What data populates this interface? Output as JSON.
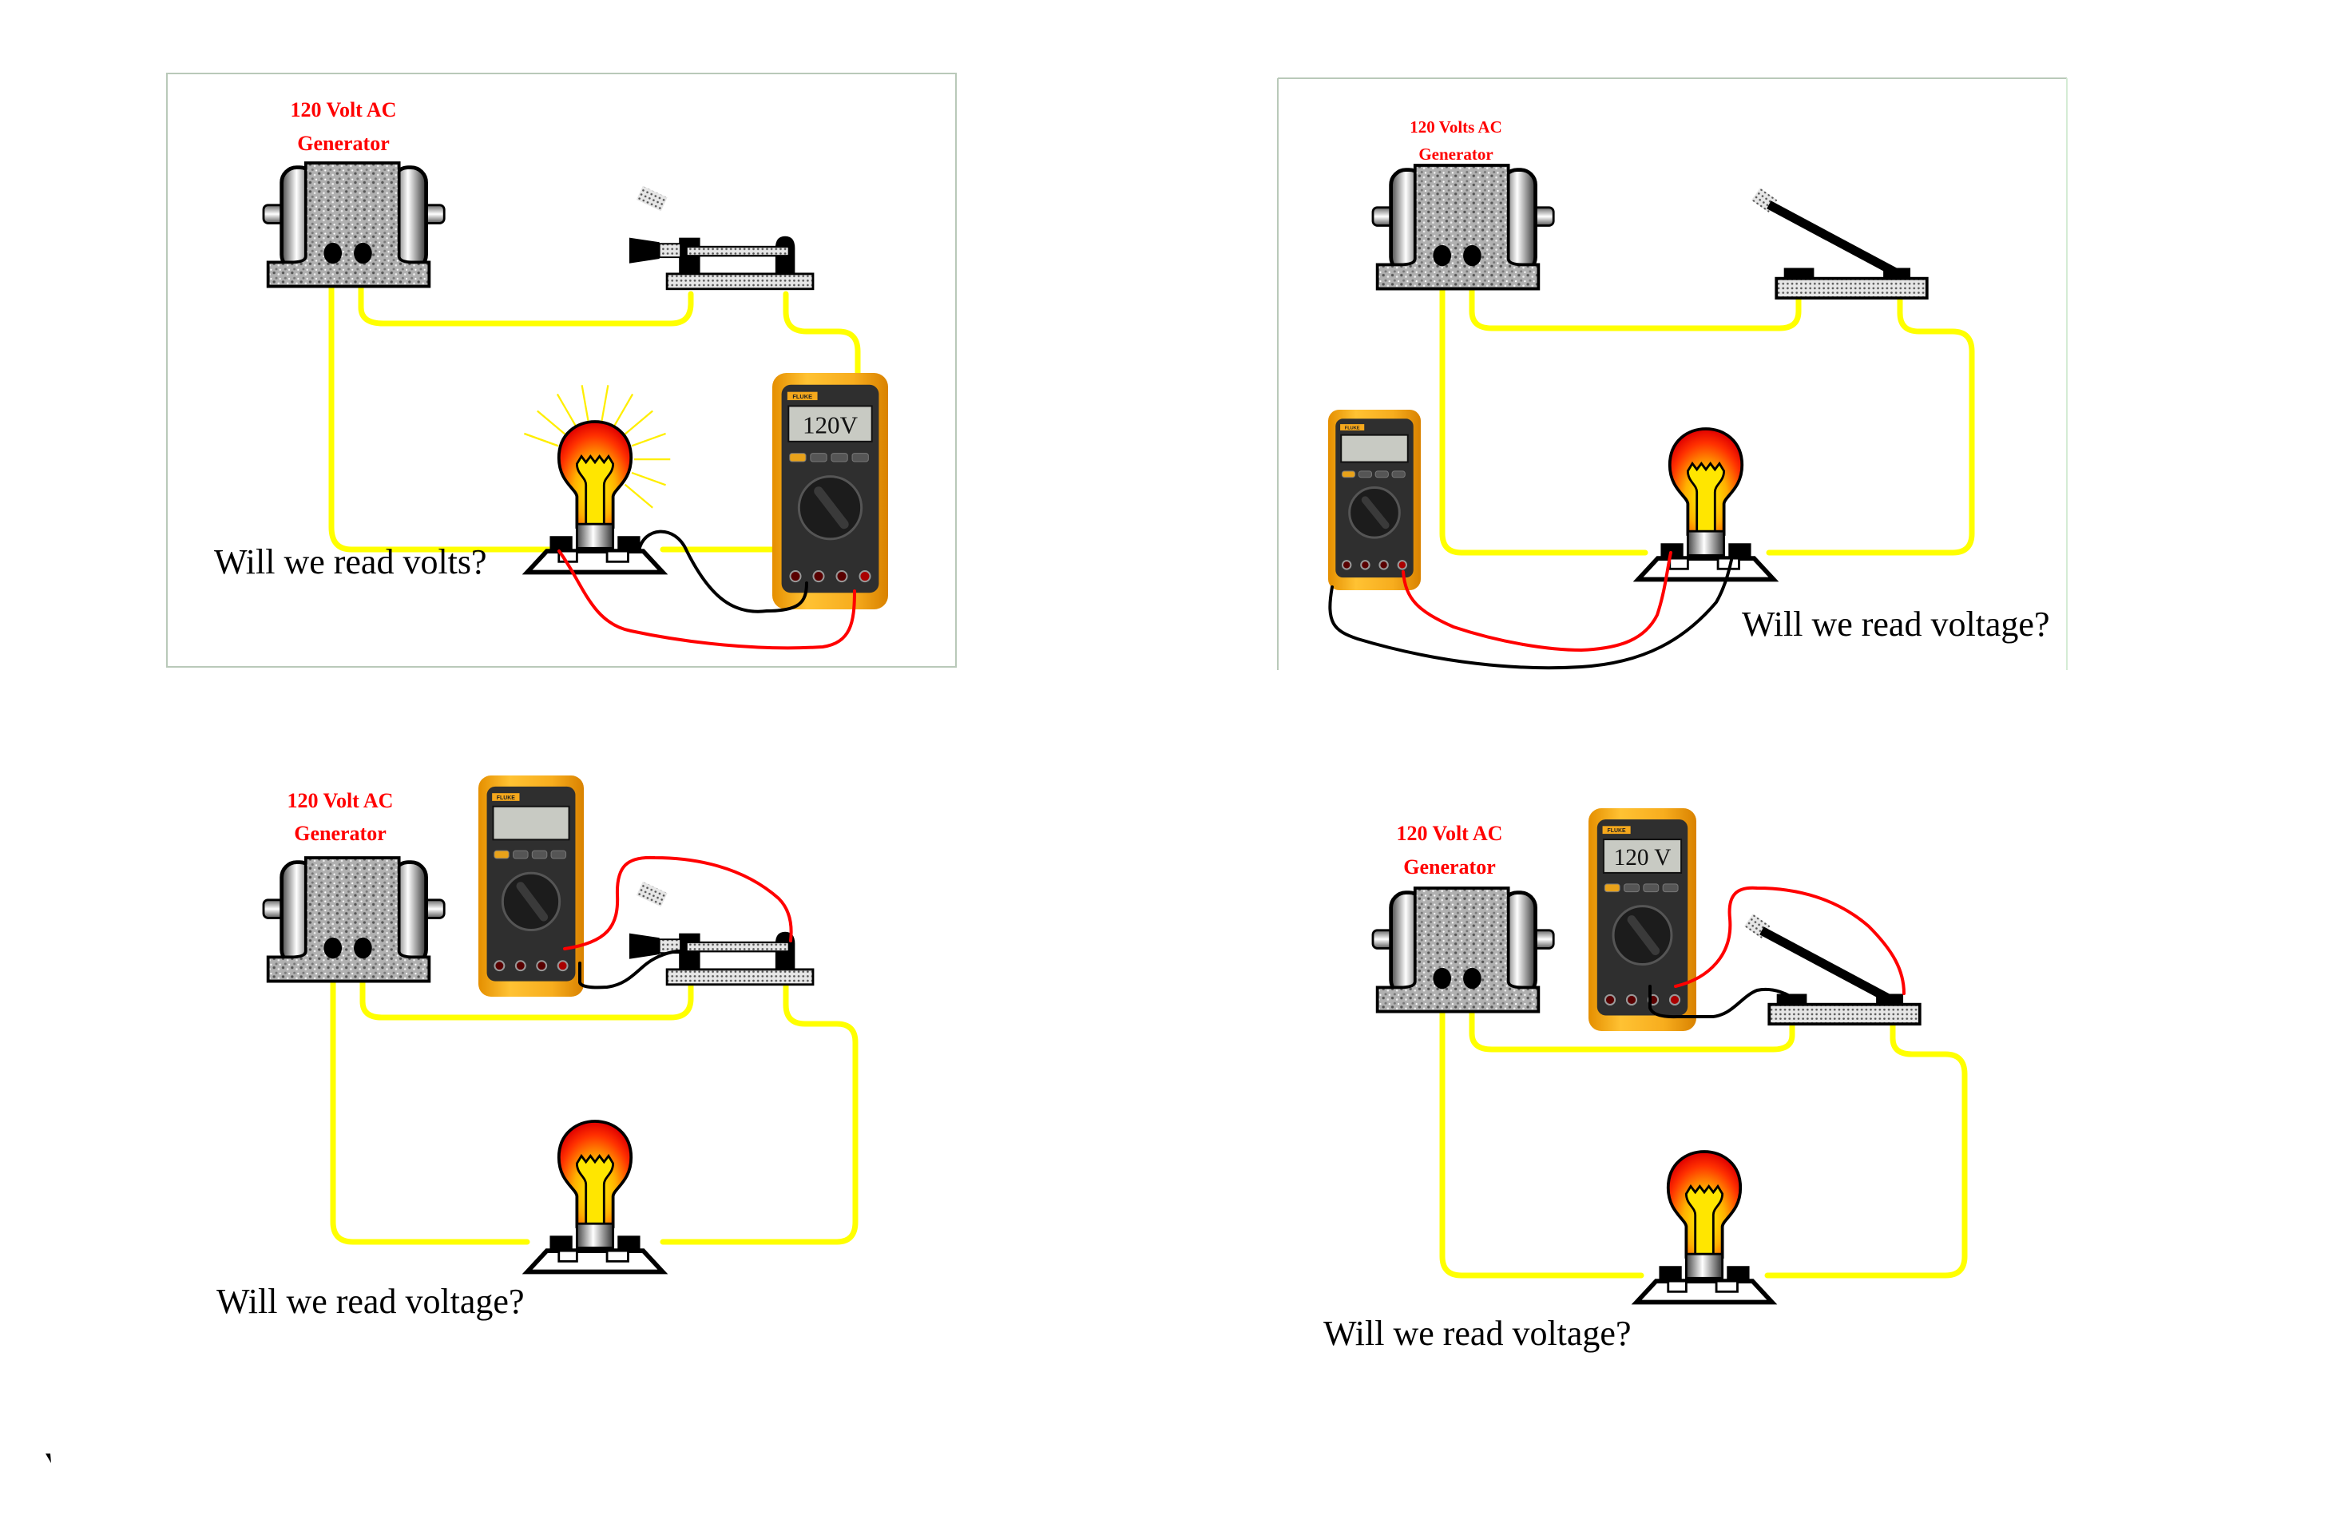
{
  "colors": {
    "circuit_wire": "#ffff00",
    "label_red": "#ff0000",
    "probe_red": "#ff0000",
    "probe_black": "#000000",
    "meter_body": "#f5a81c",
    "frame_border": "#b9c9b9"
  },
  "panels": [
    {
      "label_line1": "120 Volt AC",
      "label_line2": "Generator",
      "question": "Will we read volts?",
      "meter_reading": "120V",
      "meter_brand": "FLUKE",
      "switch_state": "open",
      "bulb_lit": true
    },
    {
      "label_line1": "120 Volts AC",
      "label_line2": "Generator",
      "question": "Will we read voltage?",
      "meter_reading": "",
      "meter_brand": "FLUKE",
      "switch_state": "closed",
      "bulb_lit": true
    },
    {
      "label_line1": "120 Volt AC",
      "label_line2": "Generator",
      "question": "Will we read voltage?",
      "meter_reading": "",
      "meter_brand": "FLUKE",
      "switch_state": "open",
      "bulb_lit": true
    },
    {
      "label_line1": "120 Volt AC",
      "label_line2": "Generator",
      "question": "Will we read voltage?",
      "meter_reading": "120 V",
      "meter_brand": "FLUKE",
      "switch_state": "closed",
      "bulb_lit": true
    }
  ]
}
